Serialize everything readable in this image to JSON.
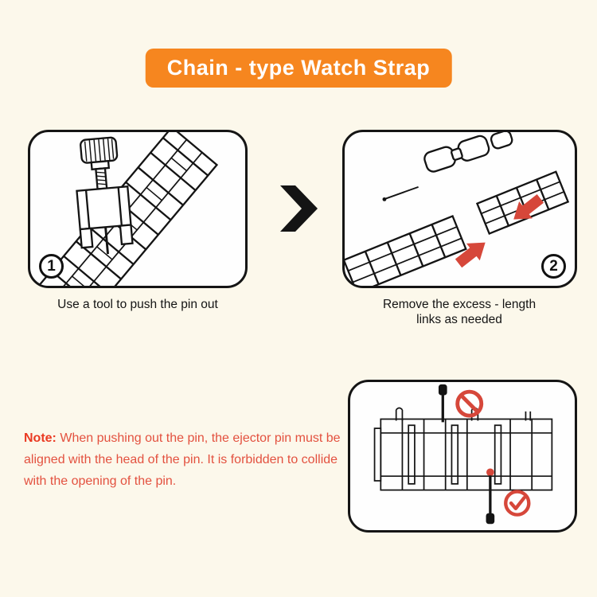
{
  "title": "Chain - type Watch Strap",
  "steps": [
    {
      "number": "1",
      "caption": "Use a tool to push the pin out"
    },
    {
      "number": "2",
      "caption": "Remove the excess - length links as needed"
    }
  ],
  "note": {
    "label": "Note:",
    "text": " When pushing out the pin, the ejector pin must be aligned with the head of the pin. It is forbidden to collide with the opening of the pin."
  },
  "icons": {
    "next_arrow": "chevron-right",
    "prohibition": "no-collision",
    "check": "correct-alignment",
    "red_arrows": "insert-direction"
  },
  "colors": {
    "background": "#FCF8EB",
    "banner_orange": "#F6861F",
    "accent_red": "#D6473A",
    "note_red": "#E3513F",
    "ink": "#141414"
  }
}
